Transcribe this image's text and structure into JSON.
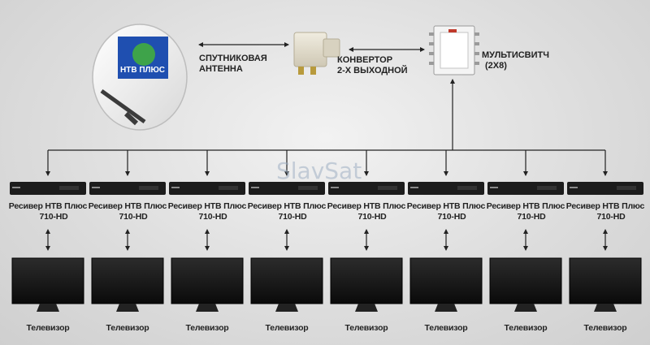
{
  "title": "",
  "nodes": {
    "antenna": {
      "label_line1": "СПУТНИКОВАЯ",
      "label_line2": "АНТЕННА",
      "logo_text": "НТВ ПЛЮС"
    },
    "converter": {
      "label_line1": "КОНВЕРТОР",
      "label_line2": "2-Х ВЫХОДНОЙ"
    },
    "multiswitch": {
      "label_line1": "МУЛЬТИСВИТЧ",
      "label_line2": "(2Х8)"
    }
  },
  "receivers": [
    {
      "line1": "Ресивер НТВ Плюс",
      "line2": "710-HD",
      "tv_label": "Телевизор"
    },
    {
      "line1": "Ресивер НТВ Плюс",
      "line2": "710-HD",
      "tv_label": "Телевизор"
    },
    {
      "line1": "Ресивер НТВ Плюс",
      "line2": "710-HD",
      "tv_label": "Телевизор"
    },
    {
      "line1": "Ресивер НТВ Плюс",
      "line2": "710-HD",
      "tv_label": "Телевизор"
    },
    {
      "line1": "Ресивер НТВ Плюс",
      "line2": "710-HD",
      "tv_label": "Телевизор"
    },
    {
      "line1": "Ресивер НТВ Плюс",
      "line2": "710-HD",
      "tv_label": "Телевизор"
    },
    {
      "line1": "Ресивер НТВ Плюс",
      "line2": "710-HD",
      "tv_label": "Телевизор"
    },
    {
      "line1": "Ресивер НТВ Плюс",
      "line2": "710-HD",
      "tv_label": "Телевизор"
    }
  ],
  "watermark": "SlavSat",
  "colors": {
    "line": "#222222",
    "dish": "#f4f4f4",
    "logo_bg": "#1f4fb0",
    "logo_ball": "#3ea34a",
    "device": "#1c1c1c"
  }
}
